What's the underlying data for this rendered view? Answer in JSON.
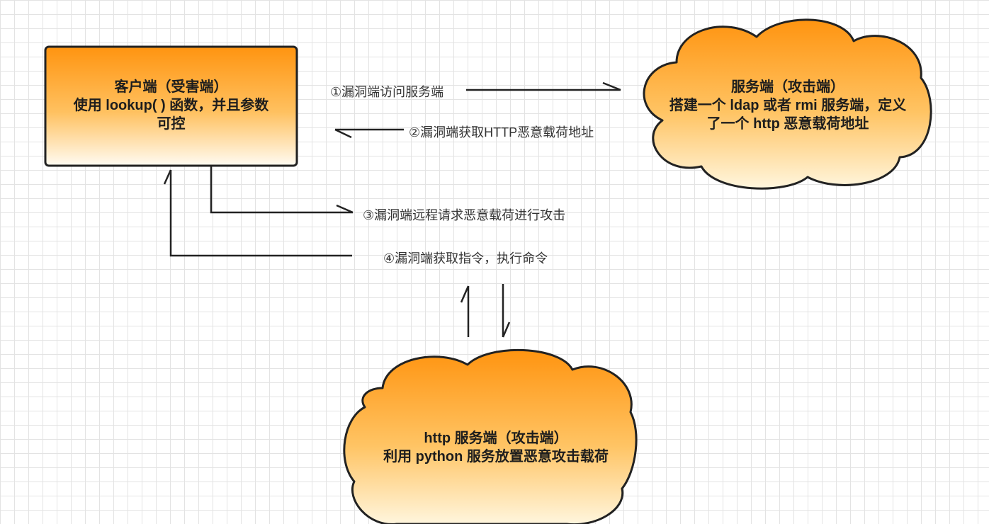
{
  "diagram": {
    "nodes": {
      "client": {
        "line1": "客户端（受害端）",
        "line2": "使用 lookup( ) 函数，并且参数",
        "line3": "可控"
      },
      "server": {
        "line1": "服务端（攻击端）",
        "line2": "搭建一个 ldap 或者 rmi 服务端，定义",
        "line3": "了一个 http 恶意载荷地址"
      },
      "http_server": {
        "line1": "http 服务端（攻击端）",
        "line2": "利用 python 服务放置恶意攻击载荷"
      }
    },
    "edges": {
      "step1": "①漏洞端访问服务端",
      "step2": "②漏洞端获取HTTP恶意载荷地址",
      "step3": "③漏洞端远程请求恶意载荷进行攻击",
      "step4": "④漏洞端获取指令，执行命令"
    },
    "colors": {
      "fill_top": "#ff9b1c",
      "fill_bottom": "#fffdf5",
      "stroke": "#222222",
      "grid": "#e3e3e3"
    }
  }
}
